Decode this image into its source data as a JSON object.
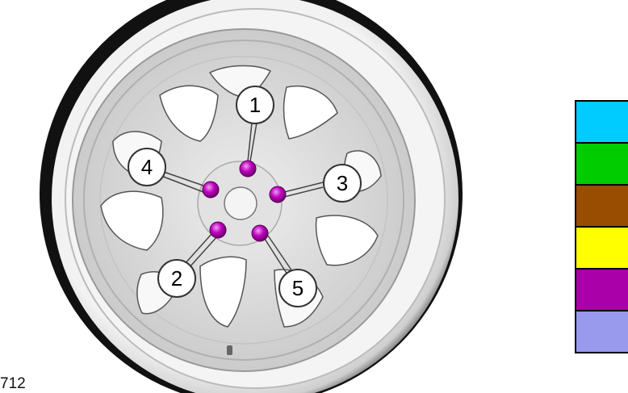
{
  "figure": {
    "fig_id": "712"
  },
  "callouts": [
    {
      "number": "1"
    },
    {
      "number": "2"
    },
    {
      "number": "3"
    },
    {
      "number": "4"
    },
    {
      "number": "5"
    }
  ],
  "legend": {
    "colors": [
      "#00ccff",
      "#00cc00",
      "#994d00",
      "#ffff00",
      "#aa00aa",
      "#9999ee"
    ]
  },
  "colors": {
    "lug_nut": "#c000c0",
    "tire": "#1a1a1a",
    "rim": "#dcdcdc"
  }
}
